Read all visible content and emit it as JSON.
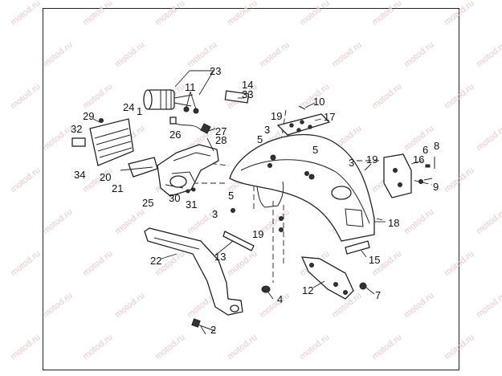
{
  "watermark": "motod.ru",
  "callouts": {
    "c1": "1",
    "c2": "2",
    "c3a": "3",
    "c3b": "3",
    "c3c": "3",
    "c4": "4",
    "c5a": "5",
    "c5b": "5",
    "c5c": "5",
    "c6": "6",
    "c7": "7",
    "c8": "8",
    "c9": "9",
    "c10": "10",
    "c11": "11",
    "c12": "12",
    "c13": "13",
    "c14": "14",
    "c15": "15",
    "c16": "16",
    "c17": "17",
    "c18": "18",
    "c19a": "19",
    "c19b": "19",
    "c19c": "19",
    "c20": "20",
    "c21": "21",
    "c22": "22",
    "c23": "23",
    "c24": "24",
    "c25": "25",
    "c26": "26",
    "c27": "27",
    "c28": "28",
    "c29": "29",
    "c30": "30",
    "c31": "31",
    "c32": "32",
    "c33": "33",
    "c34": "34"
  }
}
